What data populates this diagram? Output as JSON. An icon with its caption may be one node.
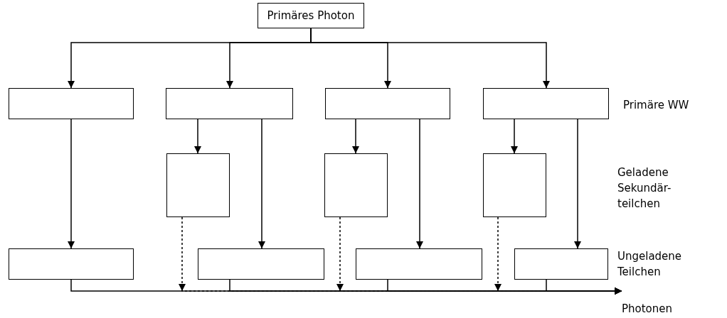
{
  "diagram": {
    "nodes": [
      {
        "text": [
          "Primäres Photon"
        ]
      },
      {
        "text": [],
        "shape": "box"
      },
      {
        "text": [],
        "shape": "box"
      },
      {
        "text": [],
        "shape": "box"
      },
      {
        "text": [],
        "shape": "box"
      },
      {
        "text": [],
        "shape": "box"
      },
      {
        "text": [],
        "shape": "box"
      },
      {
        "text": [],
        "shape": "box"
      },
      {
        "text": [],
        "shape": "box"
      },
      {
        "text": [],
        "shape": "box"
      },
      {
        "text": [],
        "shape": "box"
      },
      {
        "text": [],
        "shape": "box"
      },
      {
        "text": [
          "Photonen"
        ]
      }
    ],
    "edges": [
      {
        "from": 0,
        "to": 1,
        "arrow": "to"
      },
      {
        "from": 0,
        "to": 2,
        "arrow": "to"
      },
      {
        "from": 0,
        "to": 3,
        "arrow": "to"
      },
      {
        "from": 0,
        "to": 4,
        "arrow": "to"
      },
      {
        "from": 1,
        "to": 8,
        "arrow": "to"
      },
      {
        "from": 2,
        "to": 5,
        "arrow": "to"
      },
      {
        "from": 2,
        "to": 9,
        "arrow": "to"
      },
      {
        "from": 3,
        "to": 6,
        "arrow": "to"
      },
      {
        "from": 3,
        "to": 10,
        "arrow": "to"
      },
      {
        "from": 4,
        "to": 7,
        "arrow": "to"
      },
      {
        "from": 4,
        "to": 11,
        "arrow": "to"
      },
      {
        "from": 5,
        "to": 12,
        "arrow": "to",
        "style": "dashed"
      },
      {
        "from": 6,
        "to": 12,
        "arrow": "to",
        "style": "dashed"
      },
      {
        "from": 7,
        "to": 12,
        "arrow": "to",
        "style": "dashed"
      },
      {
        "from": 8,
        "to": 12,
        "arrow": "to"
      },
      {
        "from": 9,
        "to": 12,
        "arrow": "to"
      },
      {
        "from": 10,
        "to": 12,
        "arrow": "to"
      },
      {
        "from": 11,
        "to": 12,
        "arrow": "to"
      }
    ],
    "labels": [
      "Primäre WW",
      "Geladene Sekundär-teilchen",
      "Ungeladene Teilchen"
    ]
  }
}
